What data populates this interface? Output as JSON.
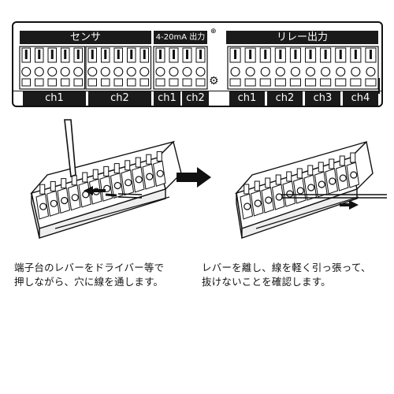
{
  "panel": {
    "groups": [
      {
        "label": "センサ"
      },
      {
        "label": "4-20mA 出力"
      },
      {
        "label": "リレー出力"
      }
    ],
    "channels": [
      "ch1",
      "ch2",
      "ch1",
      "ch2",
      "ch1",
      "ch2",
      "ch3",
      "ch4"
    ]
  },
  "steps": [
    {
      "caption_line1": "端子台のレバーをドライバー等で",
      "caption_line2": "押しながら、穴に線を通します。"
    },
    {
      "caption_line1": "レバーを離し、線を軽く引っ張って、",
      "caption_line2": "抜けないことを確認します。"
    }
  ]
}
